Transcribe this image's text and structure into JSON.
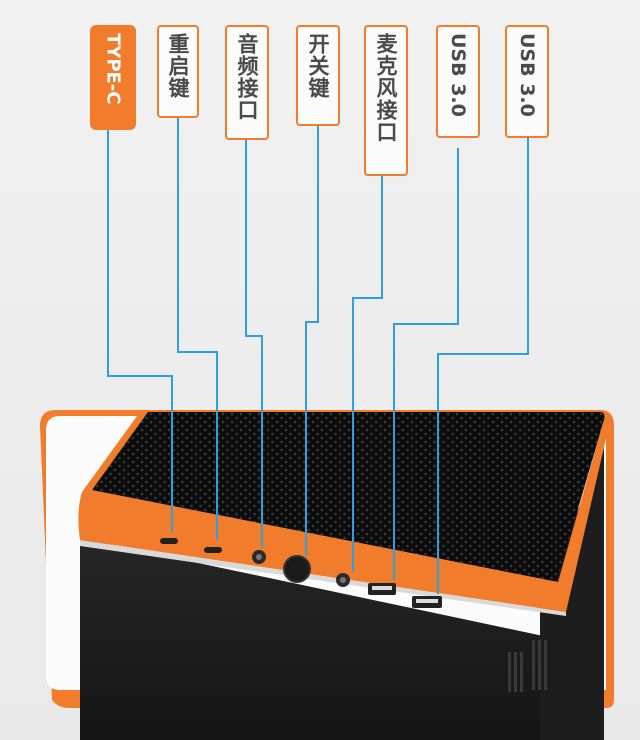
{
  "labels": [
    {
      "id": "type-c",
      "text": "TYPE-C",
      "highlight": true
    },
    {
      "id": "restart",
      "text": "重启键"
    },
    {
      "id": "audio",
      "text": "音频接口"
    },
    {
      "id": "power",
      "text": "开关键"
    },
    {
      "id": "mic",
      "text": "麦克风接口"
    },
    {
      "id": "usb1",
      "text": "USB 3.0"
    },
    {
      "id": "usb2",
      "text": "USB 3.0"
    }
  ],
  "colors": {
    "accent": "#f07c2c",
    "line": "#2f9fe0",
    "case_black": "#1b1b1b",
    "text": "#4a4a4a"
  },
  "icons": [
    "typec-port-icon",
    "power-button-icon",
    "audio-jack-icon",
    "usb-port-icon"
  ]
}
